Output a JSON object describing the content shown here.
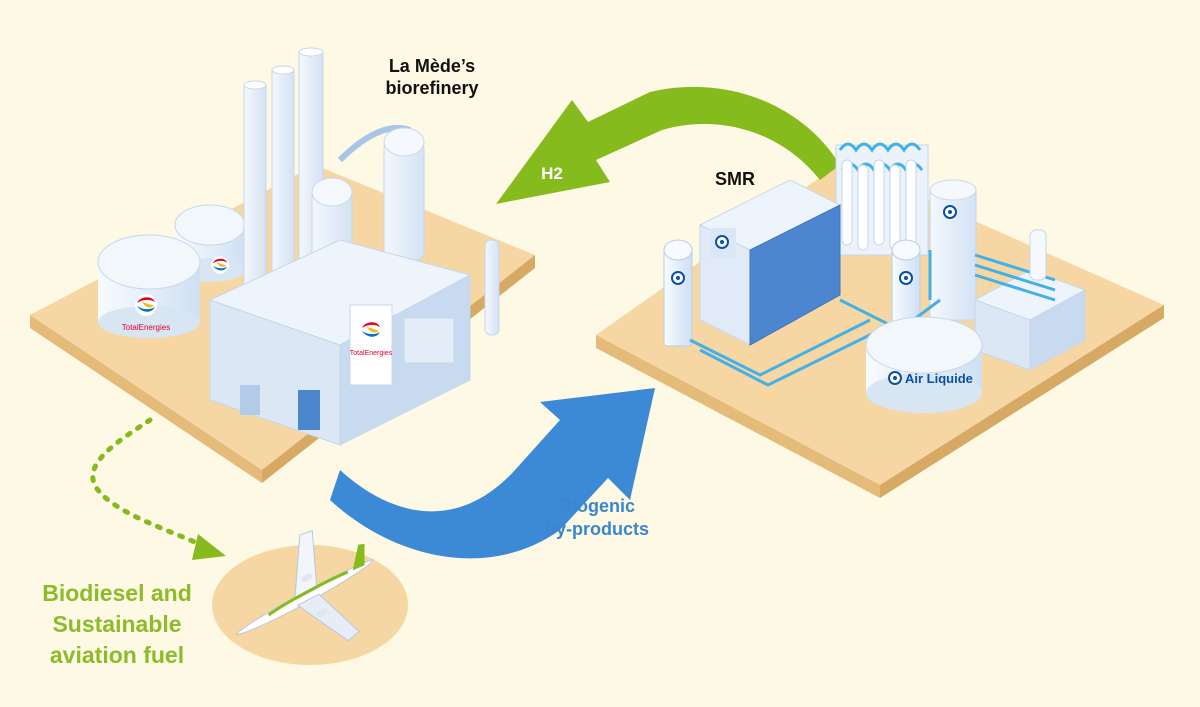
{
  "labels": {
    "refinery_line1": "La Mède’s",
    "refinery_line2": "biorefinery",
    "smr": "SMR",
    "h2": "H2",
    "biogenic_line1": "Biogenic",
    "biogenic_line2": "by-products",
    "fuel_line1": "Biodiesel and",
    "fuel_line2": "Sustainable",
    "fuel_line3": "aviation fuel"
  },
  "logos": {
    "totalenergies": "TotalEnergies",
    "airliquide": "Air Liquide"
  },
  "colors": {
    "background": "#fdf9e4",
    "platform": "#f6d7a3",
    "green_arrow": "#86bb1e",
    "blue_arrow": "#3c8ad6",
    "fuel_text": "#8cbc2a",
    "blue_text": "#3a86cf",
    "plant_white": "#e9f2fb",
    "plant_blue": "#4b86cf"
  },
  "icons": [
    "totalenergies-logo-icon",
    "air-liquide-logo-icon",
    "airplane-icon"
  ]
}
